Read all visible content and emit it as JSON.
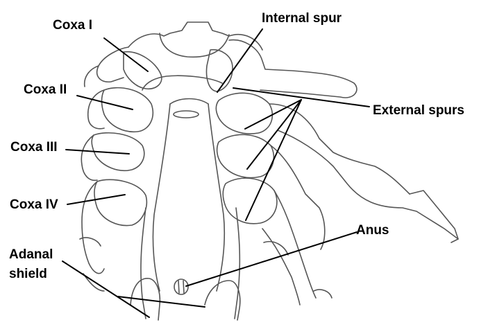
{
  "labels": {
    "coxa_1": "Coxa I",
    "coxa_2": "Coxa II",
    "coxa_3": "Coxa III",
    "coxa_4": "Coxa IV",
    "internal_spur": "Internal spur",
    "external_spurs": "External spurs",
    "anus": "Anus",
    "adanal_line1": "Adanal",
    "adanal_line2": "shield"
  },
  "colors": {
    "outline": "#555555",
    "leader": "#000000",
    "background": "#ffffff"
  }
}
